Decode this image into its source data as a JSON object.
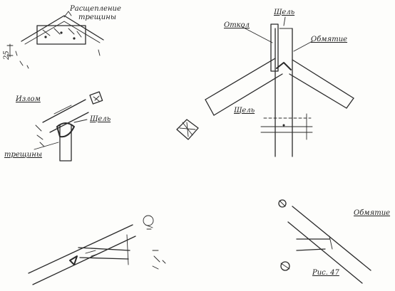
{
  "labels": {
    "splitting_cracks": "Расщепление",
    "splitting_cracks_2": "трещины",
    "fracture": "Излом",
    "cracks": "трещины",
    "gap_left": "Щель",
    "chipped": "Откол",
    "gap_top": "Щель",
    "compression": "Обмятие",
    "gap_right": "Щель",
    "compression_bottom": "Обмятие",
    "figure_caption": "Рис. 47",
    "figure_caption_sub": "",
    "dim_left": "25"
  },
  "colors": {
    "ink": "#2a2a2a",
    "paper": "#fdfdfb"
  }
}
